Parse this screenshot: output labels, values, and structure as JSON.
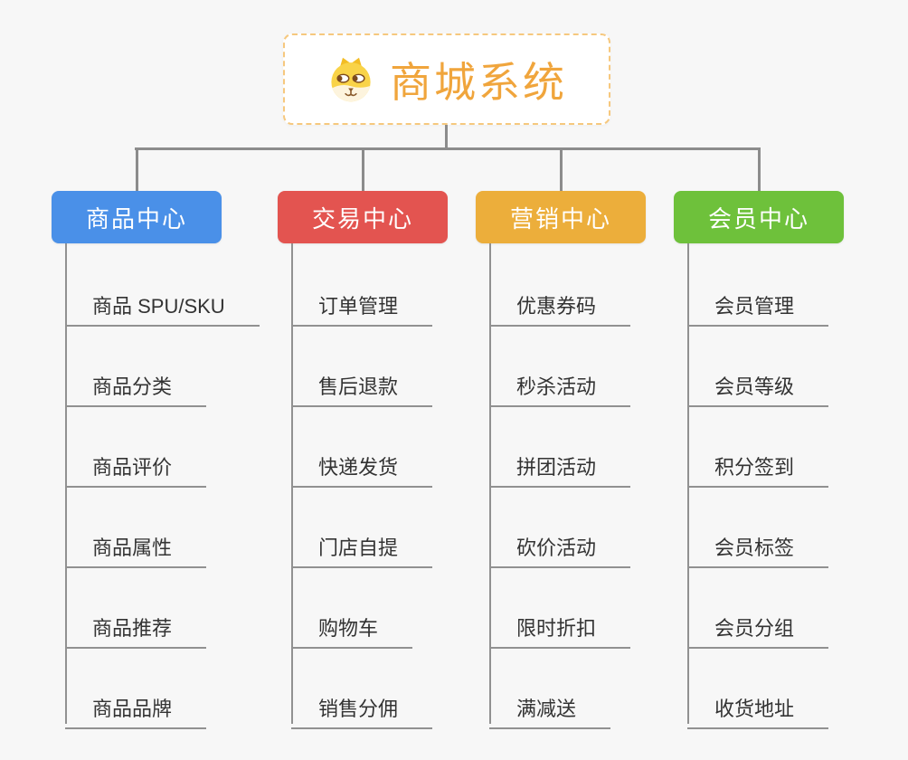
{
  "root": {
    "title": "商城系统",
    "icon": "dog-face-icon",
    "title_color": "#f0a53c",
    "border_color": "#f6c87e"
  },
  "colors": {
    "connector": "#8c8c8c",
    "subline": "#919191",
    "background": "#f7f7f7",
    "subtopic_text": "#333333"
  },
  "branches": [
    {
      "name": "product-center",
      "label": "商品中心",
      "color": "#4a90e8",
      "items": [
        "商品 SPU/SKU",
        "商品分类",
        "商品评价",
        "商品属性",
        "商品推荐",
        "商品品牌"
      ]
    },
    {
      "name": "trade-center",
      "label": "交易中心",
      "color": "#e35450",
      "items": [
        "订单管理",
        "售后退款",
        "快递发货",
        "门店自提",
        "购物车",
        "销售分佣"
      ]
    },
    {
      "name": "marketing-center",
      "label": "营销中心",
      "color": "#ecae3b",
      "items": [
        "优惠券码",
        "秒杀活动",
        "拼团活动",
        "砍价活动",
        "限时折扣",
        "满减送"
      ]
    },
    {
      "name": "member-center",
      "label": "会员中心",
      "color": "#6ec13b",
      "items": [
        "会员管理",
        "会员等级",
        "积分签到",
        "会员标签",
        "会员分组",
        "收货地址"
      ]
    }
  ]
}
